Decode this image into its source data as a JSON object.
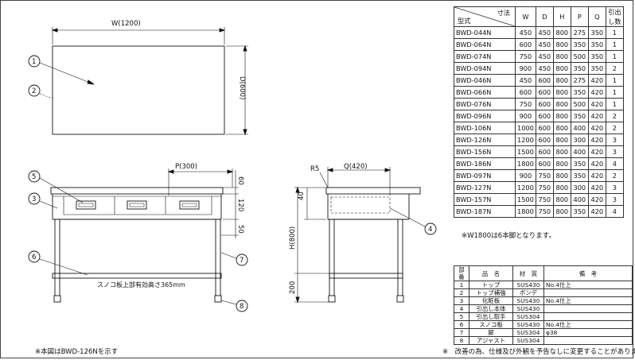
{
  "plan_view": {
    "width_label": "W(1200)",
    "depth_label": "D(600)",
    "callouts": [
      "1",
      "2"
    ]
  },
  "front_view": {
    "drawer_pitch_label": "P(300)",
    "right_dims": [
      "60",
      "120",
      "50"
    ],
    "callouts": [
      "5",
      "3",
      "6",
      "7",
      "8"
    ],
    "shelf_note": "スノコ板上部有効高さ365mm"
  },
  "side_view": {
    "radius_label": "R5",
    "drawer_depth_label": "Q(420)",
    "left_dims": [
      "40",
      "H(800)",
      "200"
    ],
    "callouts": [
      "4"
    ]
  },
  "dimension_table": {
    "corner_top": "寸法",
    "corner_bottom": "型式",
    "headers": [
      "W",
      "D",
      "H",
      "P",
      "Q",
      "引出し数"
    ],
    "rows": [
      [
        "BWD-044N",
        "450",
        "450",
        "800",
        "275",
        "350",
        "1"
      ],
      [
        "BWD-064N",
        "600",
        "450",
        "800",
        "350",
        "350",
        "1"
      ],
      [
        "BWD-074N",
        "750",
        "450",
        "800",
        "500",
        "350",
        "1"
      ],
      [
        "BWD-094N",
        "900",
        "450",
        "800",
        "350",
        "350",
        "2"
      ],
      [
        "BWD-046N",
        "450",
        "600",
        "800",
        "275",
        "420",
        "1"
      ],
      [
        "BWD-066N",
        "600",
        "600",
        "800",
        "350",
        "420",
        "1"
      ],
      [
        "BWD-076N",
        "750",
        "600",
        "800",
        "500",
        "420",
        "1"
      ],
      [
        "BWD-096N",
        "900",
        "600",
        "800",
        "350",
        "420",
        "2"
      ],
      [
        "BWD-106N",
        "1000",
        "600",
        "800",
        "400",
        "420",
        "2"
      ],
      [
        "BWD-126N",
        "1200",
        "600",
        "800",
        "300",
        "420",
        "3"
      ],
      [
        "BWD-156N",
        "1500",
        "600",
        "800",
        "400",
        "420",
        "3"
      ],
      [
        "BWD-186N",
        "1800",
        "600",
        "800",
        "350",
        "420",
        "4"
      ],
      [
        "BWD-097N",
        "900",
        "750",
        "800",
        "350",
        "420",
        "2"
      ],
      [
        "BWD-127N",
        "1200",
        "750",
        "800",
        "300",
        "420",
        "3"
      ],
      [
        "BWD-157N",
        "1500",
        "750",
        "800",
        "400",
        "420",
        "3"
      ],
      [
        "BWD-187N",
        "1800",
        "750",
        "800",
        "350",
        "420",
        "4"
      ]
    ]
  },
  "note_w1800": "※W1800は6本脚となります。",
  "parts_table": {
    "headers": [
      "部番",
      "品　名",
      "材　質",
      "備　考"
    ],
    "rows": [
      [
        "1",
        "トップ",
        "SUS430",
        "No.4仕上"
      ],
      [
        "2",
        "トップ補強",
        "ボンデ",
        ""
      ],
      [
        "3",
        "化粧板",
        "SUS430",
        "No.4仕上"
      ],
      [
        "4",
        "引出し本体",
        "SUS430",
        ""
      ],
      [
        "5",
        "引出し取手",
        "SUS304",
        ""
      ],
      [
        "6",
        "スノコ板",
        "SUS430",
        "No.4仕上"
      ],
      [
        "7",
        "脚",
        "SUS304",
        "φ38"
      ],
      [
        "8",
        "アジャスト",
        "SUS304",
        ""
      ]
    ]
  },
  "footer_left": "※本図はBWD-126Nを示す",
  "footer_right": "※　改善の為、仕様及び外観を予告なしに変更することがあります。"
}
